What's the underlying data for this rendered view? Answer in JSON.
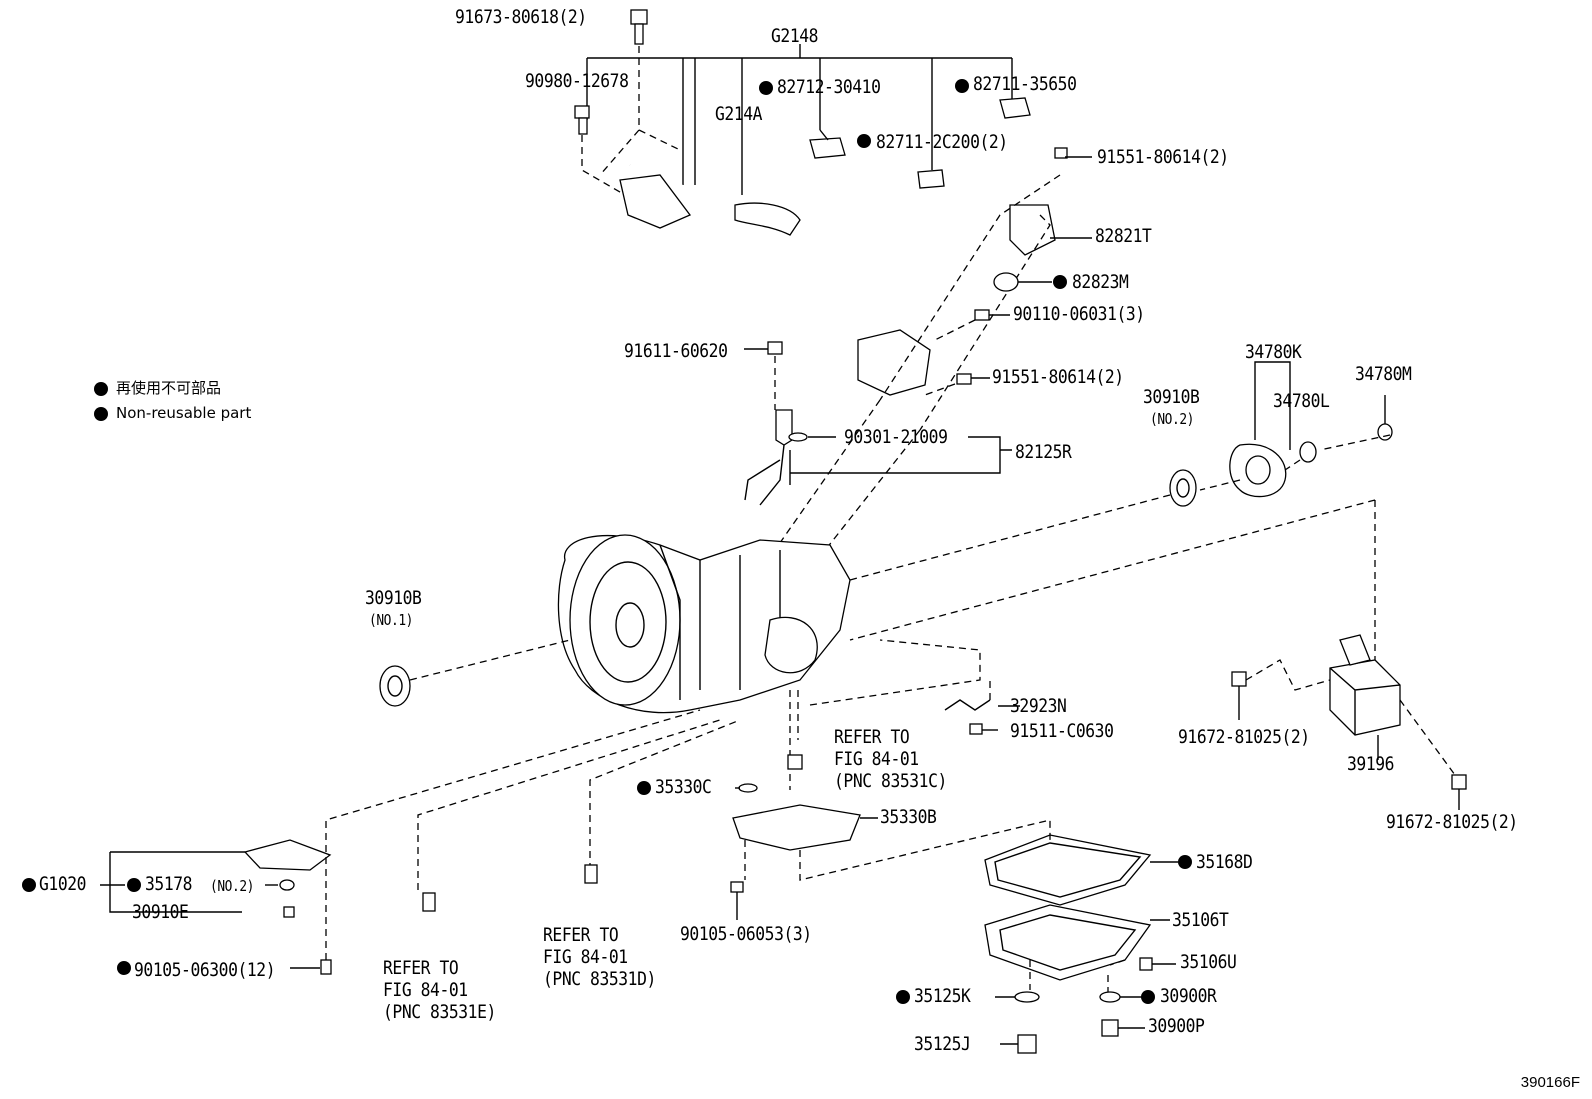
{
  "legend": {
    "jp": "再使用不可部品",
    "en": "Non-reusable part"
  },
  "labels": {
    "p91673": "91673-80618(2)",
    "g2148": "G2148",
    "p90980": "90980-12678",
    "p82712": "82712-30410",
    "p82711a": "82711-35650",
    "g214a": "G214A",
    "p82711b": "82711-2C200(2)",
    "p91551a": "91551-80614(2)",
    "p82821t": "82821T",
    "p82823m": "82823M",
    "p90110": "90110-06031(3)",
    "p91611": "91611-60620",
    "p91551b": "91551-80614(2)",
    "p34780k": "34780K",
    "p34780m": "34780M",
    "p30910b2": "30910B",
    "no2a": "(NO.2)",
    "p34780l": "34780L",
    "p90301": "90301-21009",
    "p82125r": "82125R",
    "p30910b1": "30910B",
    "no1": "(NO.1)",
    "p32923n": "32923N",
    "p91511": "91511-C0630",
    "p91672a": "91672-81025(2)",
    "p39196": "39196",
    "p91672b": "91672-81025(2)",
    "refer1_a": "REFER TO",
    "refer1_b": "FIG 84-01",
    "refer1_c": "(PNC 83531C)",
    "p35330c": "35330C",
    "p35330b": "35330B",
    "p35168d": "35168D",
    "g1020": "G1020",
    "p35178": "35178",
    "no2b": "(NO.2)",
    "p30910e": "30910E",
    "p90105a": "90105-06300(12)",
    "refer2_a": "REFER TO",
    "refer2_b": "FIG 84-01",
    "refer2_c": "(PNC 83531E)",
    "refer3_a": "REFER TO",
    "refer3_b": "FIG 84-01",
    "refer3_c": "(PNC 83531D)",
    "p90105b": "90105-06053(3)",
    "p35106t": "35106T",
    "p35106u": "35106U",
    "p35125k": "35125K",
    "p30900r": "30900R",
    "p35125j": "35125J",
    "p30900p": "30900P"
  },
  "figure_code": "390166F"
}
